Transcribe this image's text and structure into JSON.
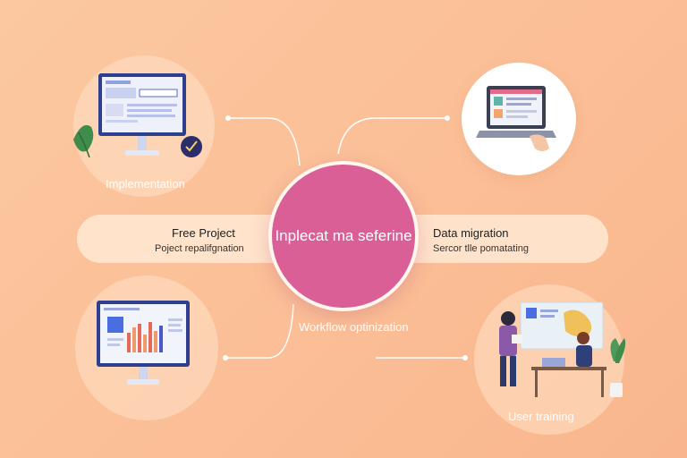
{
  "hub": {
    "title": "Inplecat ma seferine"
  },
  "nodes": {
    "implementation": {
      "label": "Implementation"
    },
    "free_project": {
      "title": "Free Project",
      "subtitle": "Poject repalifgnation"
    },
    "data_migration": {
      "title": "Data migration",
      "subtitle": "Sercor tlle pomatating"
    },
    "workflow": {
      "label": "Workflow optinization"
    },
    "user_training": {
      "label": "User training"
    }
  },
  "colors": {
    "background": "#fbc8a0",
    "hub": "#d95f96",
    "accent_blue": "#4a57c9",
    "connector": "#ffffff"
  }
}
